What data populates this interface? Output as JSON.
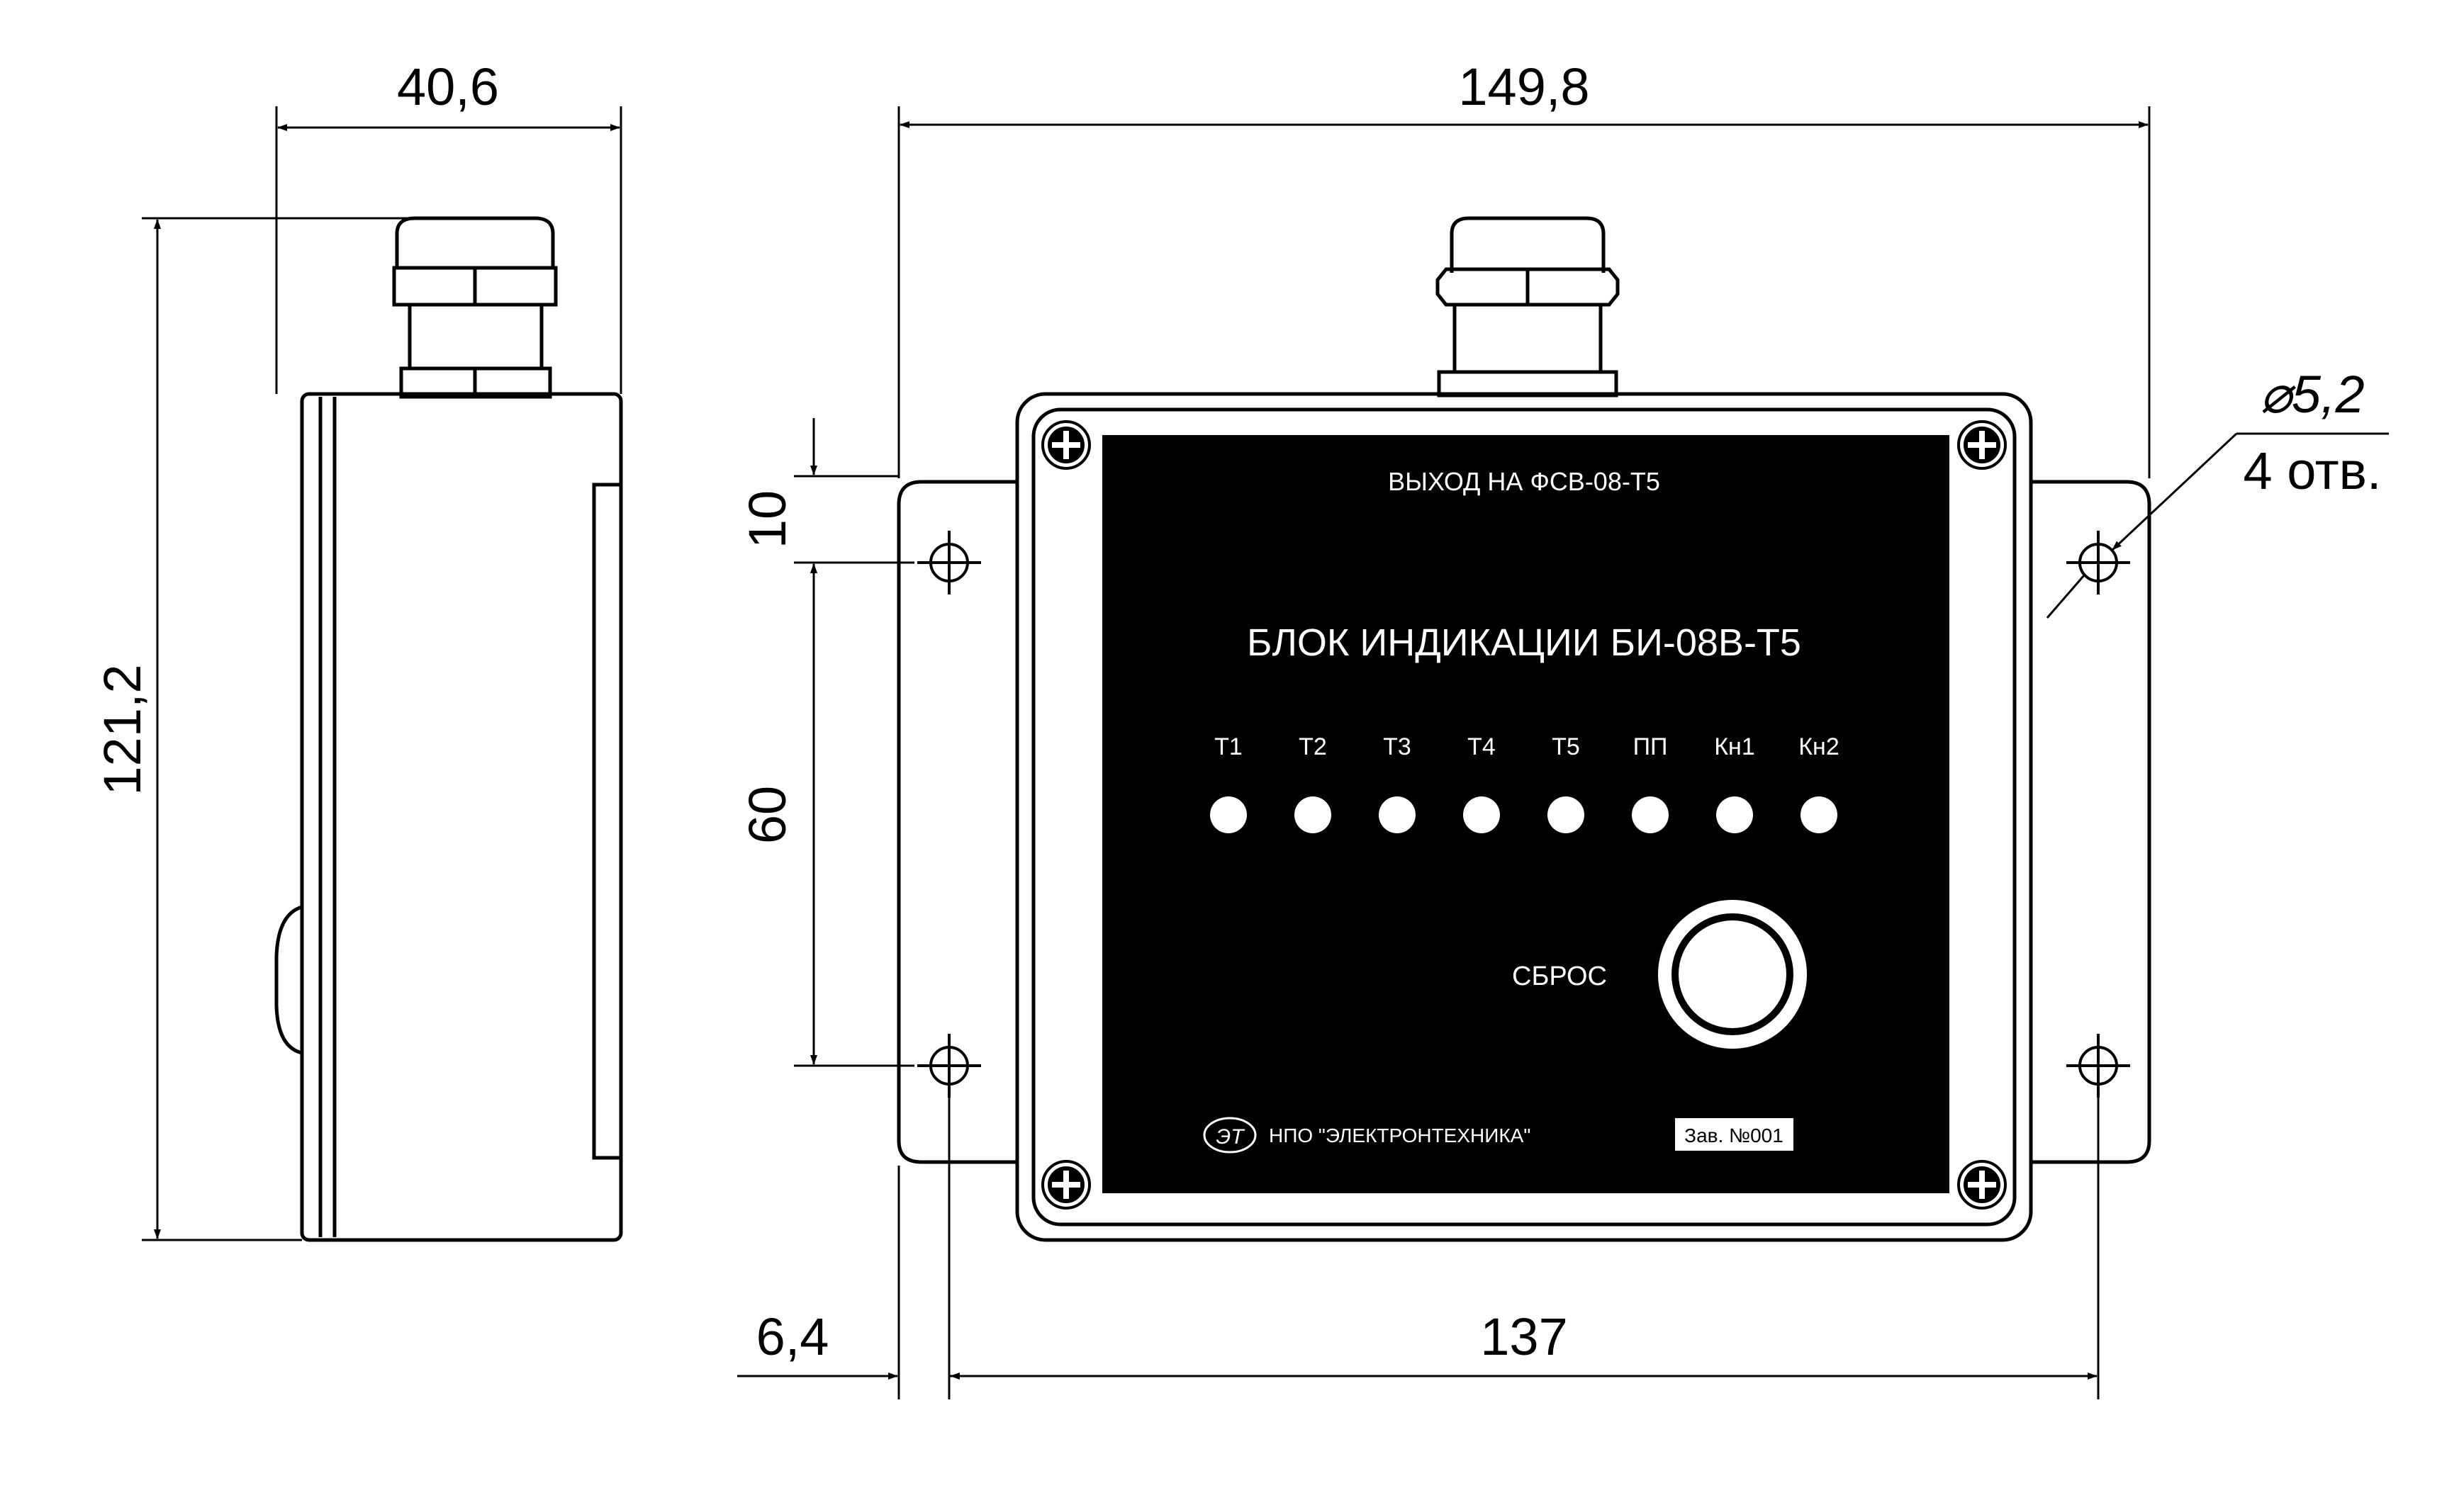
{
  "dimensions": {
    "side_width": "40,6",
    "side_height": "121,2",
    "front_width": "149,8",
    "hole_pitch": "137",
    "offset_left": "6,4",
    "offset_top": "10",
    "vertical_pitch": "60",
    "hole_diameter": "⌀5,2",
    "hole_count": "4 отв."
  },
  "panel": {
    "output_label": "ВЫХОД НА ФСВ-08-Т5",
    "title": "БЛОК ИНДИКАЦИИ БИ-08В-Т5",
    "indicators": [
      "Т1",
      "Т2",
      "Т3",
      "Т4",
      "Т5",
      "ПП",
      "Кн1",
      "Кн2"
    ],
    "reset_label": "СБРОС",
    "logo_text": "ЭТ",
    "manufacturer": "НПО \"ЭЛЕКТРОНТЕХНИКА\"",
    "serial": "Зав. №001"
  },
  "colors": {
    "line": "#000000",
    "panel_bg": "#000000",
    "panel_text": "#ffffff",
    "led": "#ffffff"
  }
}
